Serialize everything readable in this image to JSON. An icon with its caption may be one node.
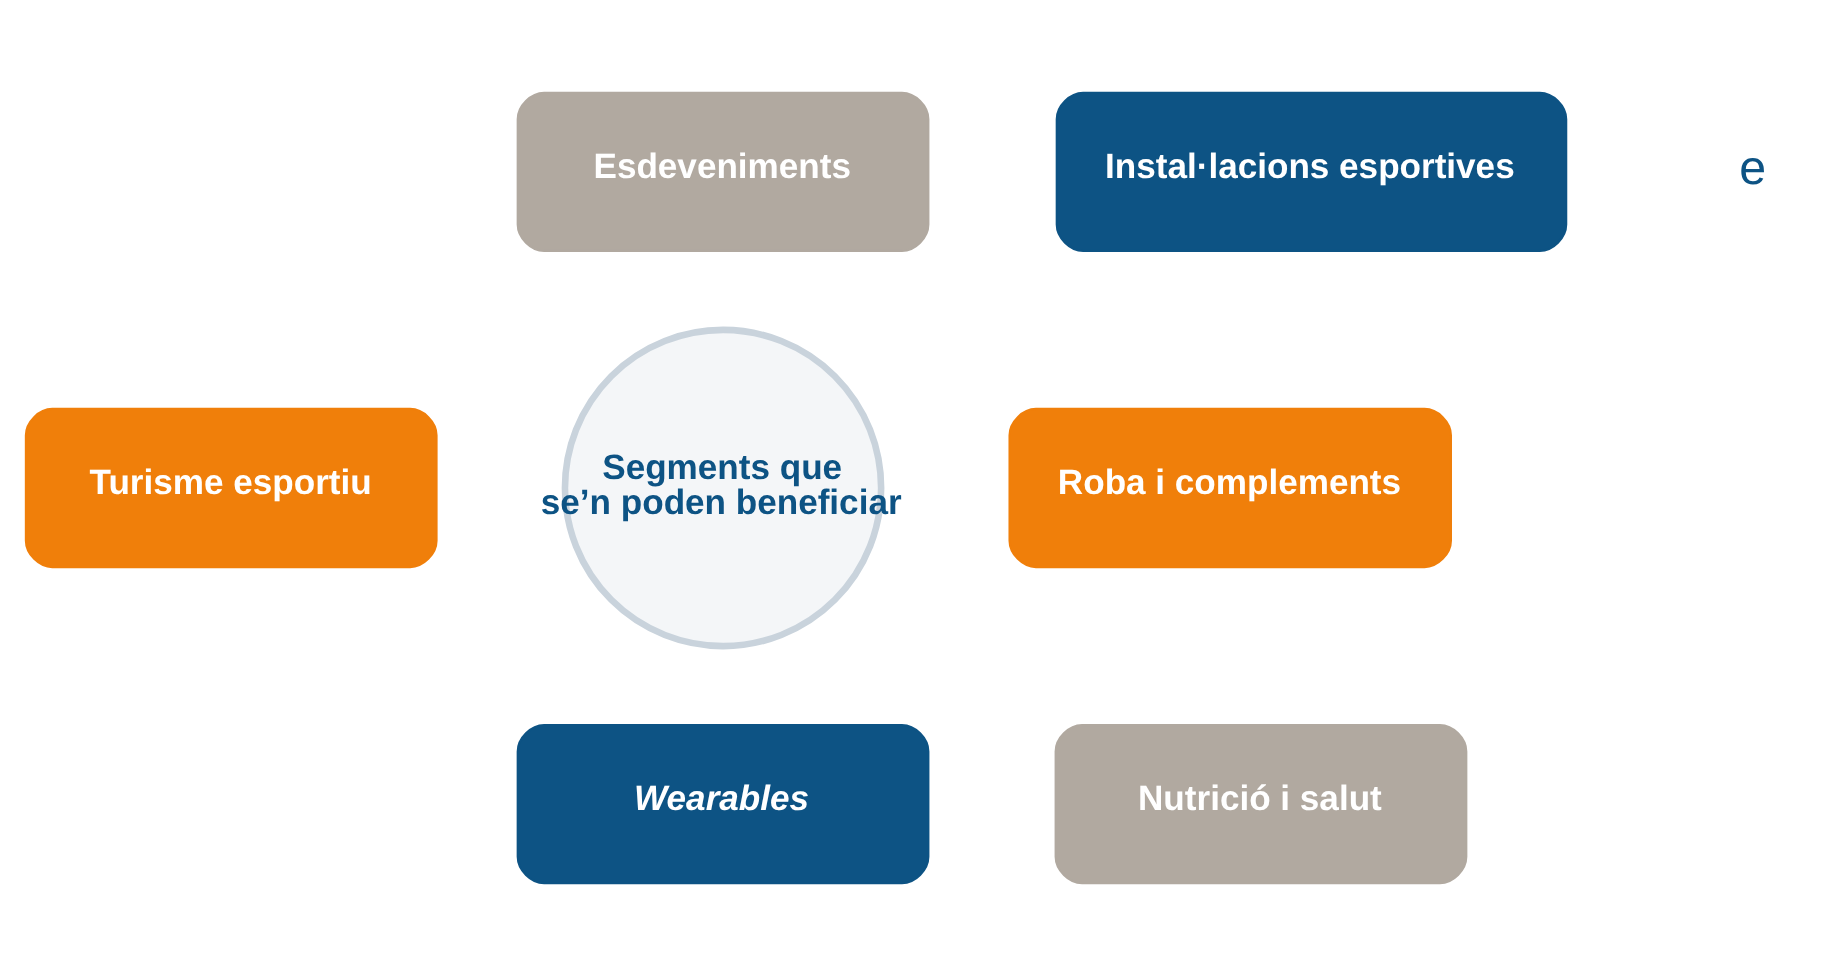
{
  "diagram": {
    "nodes": [
      {
        "text": [
          "Segments que se’n poden beneficiar"
        ]
      },
      {
        "text": [
          "Esdeveniments"
        ]
      },
      {
        "text": [
          "Instal·lacions esportives"
        ]
      },
      {
        "text": [
          "Turisme esportiu"
        ]
      },
      {
        "text": [
          "Roba i complements"
        ]
      },
      {
        "text": [
          "Wearables"
        ]
      },
      {
        "text": [
          "Nutrició i salut"
        ]
      }
    ],
    "edges": [],
    "labels": [
      "e"
    ]
  }
}
